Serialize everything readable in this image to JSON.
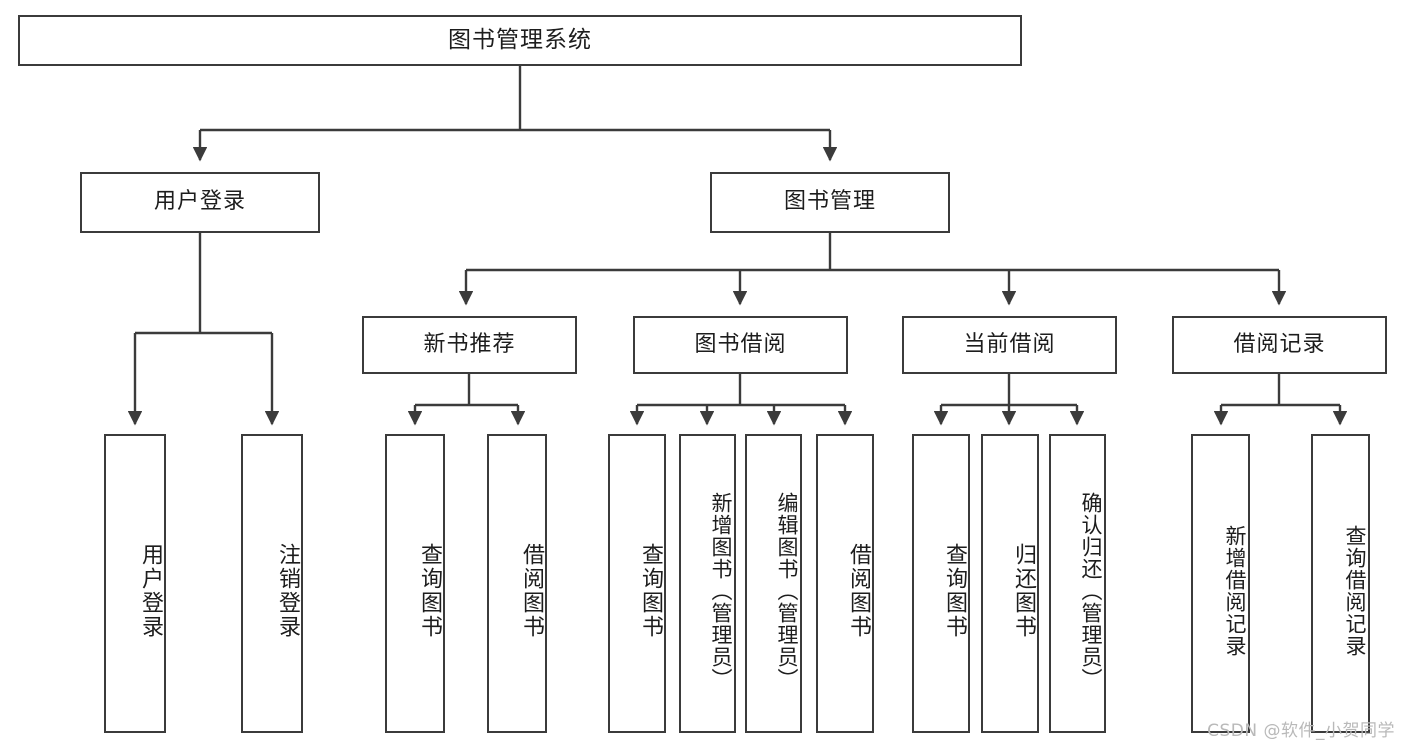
{
  "diagram": {
    "title": "图书管理系统",
    "type": "hierarchy-tree",
    "colors": {
      "background": "#ffffff",
      "box_border": "#3b3b3b",
      "box_fill": "#ffffff",
      "text": "#1d1d1d",
      "connector": "#3b3b3b",
      "watermark": "#b9b9b9"
    },
    "root": {
      "label": "图书管理系统"
    },
    "level1": [
      {
        "label": "用户登录"
      },
      {
        "label": "图书管理"
      }
    ],
    "level2": [
      {
        "label": "新书推荐"
      },
      {
        "label": "图书借阅"
      },
      {
        "label": "当前借阅"
      },
      {
        "label": "借阅记录"
      }
    ],
    "leaves": {
      "user_login": [
        {
          "label": "用户登录"
        },
        {
          "label": "注销登录"
        }
      ],
      "new_book_recommend": [
        {
          "label": "查询图书"
        },
        {
          "label": "借阅图书"
        }
      ],
      "book_borrow": [
        {
          "label": "查询图书"
        },
        {
          "label": "新增图书（管理员）"
        },
        {
          "label": "编辑图书（管理员）"
        },
        {
          "label": "借阅图书"
        }
      ],
      "current_borrow": [
        {
          "label": "查询图书"
        },
        {
          "label": "归还图书"
        },
        {
          "label": "确认归还（管理员）"
        }
      ],
      "borrow_records": [
        {
          "label": "新增借阅记录"
        },
        {
          "label": "查询借阅记录"
        }
      ]
    }
  },
  "watermark": {
    "text": "CSDN @软件_小贺同学"
  }
}
